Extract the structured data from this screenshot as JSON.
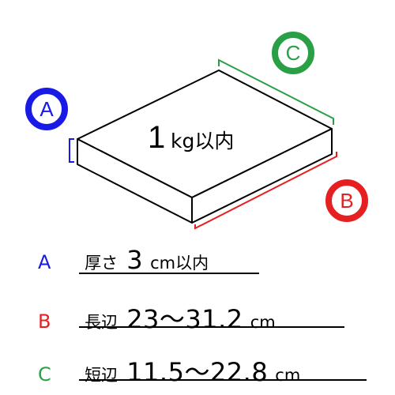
{
  "colors": {
    "a": "#1a1ae6",
    "b": "#e62020",
    "c": "#2aa046",
    "outline": "#000000"
  },
  "diagram": {
    "box_label_number": "1",
    "box_label_unit": "kg以内",
    "badge_a": "A",
    "badge_b": "B",
    "badge_c": "C"
  },
  "specs": [
    {
      "key": "A",
      "name": "厚さ",
      "value": "3",
      "unit": "cm以内"
    },
    {
      "key": "B",
      "name": "長辺",
      "value": "23〜31.2",
      "unit": "cm"
    },
    {
      "key": "C",
      "name": "短辺",
      "value": "11.5〜22.8",
      "unit": "cm"
    }
  ]
}
